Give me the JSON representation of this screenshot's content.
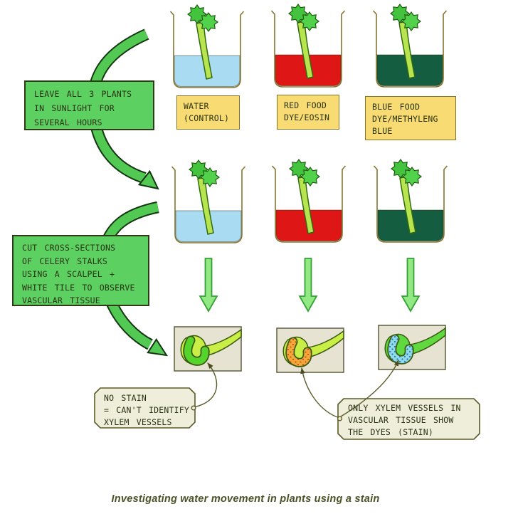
{
  "caption": "Investigating water movement in plants using a stain",
  "steps": {
    "step1": "LEAVE ALL 3 PLANTS\nIN SUNLIGHT FOR\nSEVERAL HOURS",
    "step2": "CUT CROSS-SECTIONS\nOF CELERY STALKS\nUSING A SCALPEL +\nWHITE TILE TO OBSERVE\nVASCULAR TISSUE"
  },
  "beakers": [
    {
      "label": "WATER\n(CONTROL)"
    },
    {
      "label": "RED FOOD\nDYE/EOSIN"
    },
    {
      "label": "BLUE FOOD\nDYE/METHYLENG\nBLUE"
    }
  ],
  "results": {
    "no_stain": "NO STAIN\n= CAN'T IDENTIFY\nXYLEM VESSELS",
    "stain": "ONLY XYLEM VESSELS IN\nVASCULAR TISSUE SHOW\nTHE DYES (STAIN)"
  },
  "colors": {
    "water_blue": "#a9dcf2",
    "red_dye": "#df1616",
    "blue_dye": "#155d41",
    "box_green": "#5cd060",
    "arrow_green": "#52c952",
    "down_arrow_green": "#92e883",
    "label_yellow": "#f8db72",
    "tag_beige": "#efeeda",
    "tile_grey": "#e7e3d2",
    "celery_body_yellowgreen": "#c9ee45",
    "celery_body_green": "#5fd93f",
    "xylem_unstained_green": "#55d42c",
    "stain_orange": "#f2a93c",
    "stain_blue": "#8edbe9"
  }
}
